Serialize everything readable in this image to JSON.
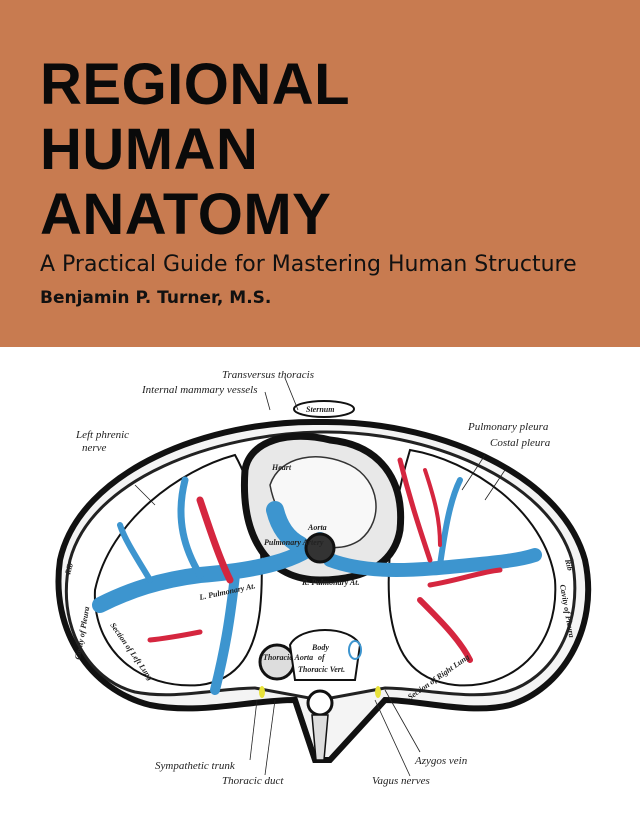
{
  "cover": {
    "background_color": "#c87b50",
    "title_lines": [
      "REGIONAL",
      "HUMAN",
      "ANATOMY"
    ],
    "subtitle": "A Practical Guide for Mastering Human Structure",
    "author": "Benjamin P. Turner, M.S."
  },
  "illustration": {
    "colors": {
      "vein": "#3d95cf",
      "artery": "#d5263f",
      "nerve": "#e8e23a"
    },
    "labels": {
      "transversus_thoracis": "Transversus thoracis",
      "internal_mammary": "Internal mammary vessels",
      "left_phrenic": "Left phrenic",
      "nerve": "nerve",
      "pulmonary_pleura": "Pulmonary pleura",
      "costal_pleura": "Costal pleura",
      "sympathetic_trunk": "Sympathetic trunk",
      "thoracic_duct": "Thoracic duct",
      "azygos_vein": "Azygos vein",
      "vagus_nerves": "Vagus nerves",
      "sternum": "Sternum",
      "heart": "Heart",
      "aorta": "Aorta",
      "pulmonary_artery": "Pulmonary Artery",
      "l_pulmonary": "L. Pulmonary At.",
      "r_pulmonary": "R. Pulmonary At.",
      "thoracic_aorta": "Thoracic Aorta",
      "body": "Body",
      "of": "of",
      "thoracic_vert": "Thoracic Vert.",
      "section_left_lung": "Section of Left Lung",
      "section_right_lung": "Section of Right Lung",
      "rib_left": "Rib",
      "rib_right": "Rib",
      "cavity_left": "Cavity of Pleura",
      "cavity_right": "Cavity of Pleura"
    }
  }
}
